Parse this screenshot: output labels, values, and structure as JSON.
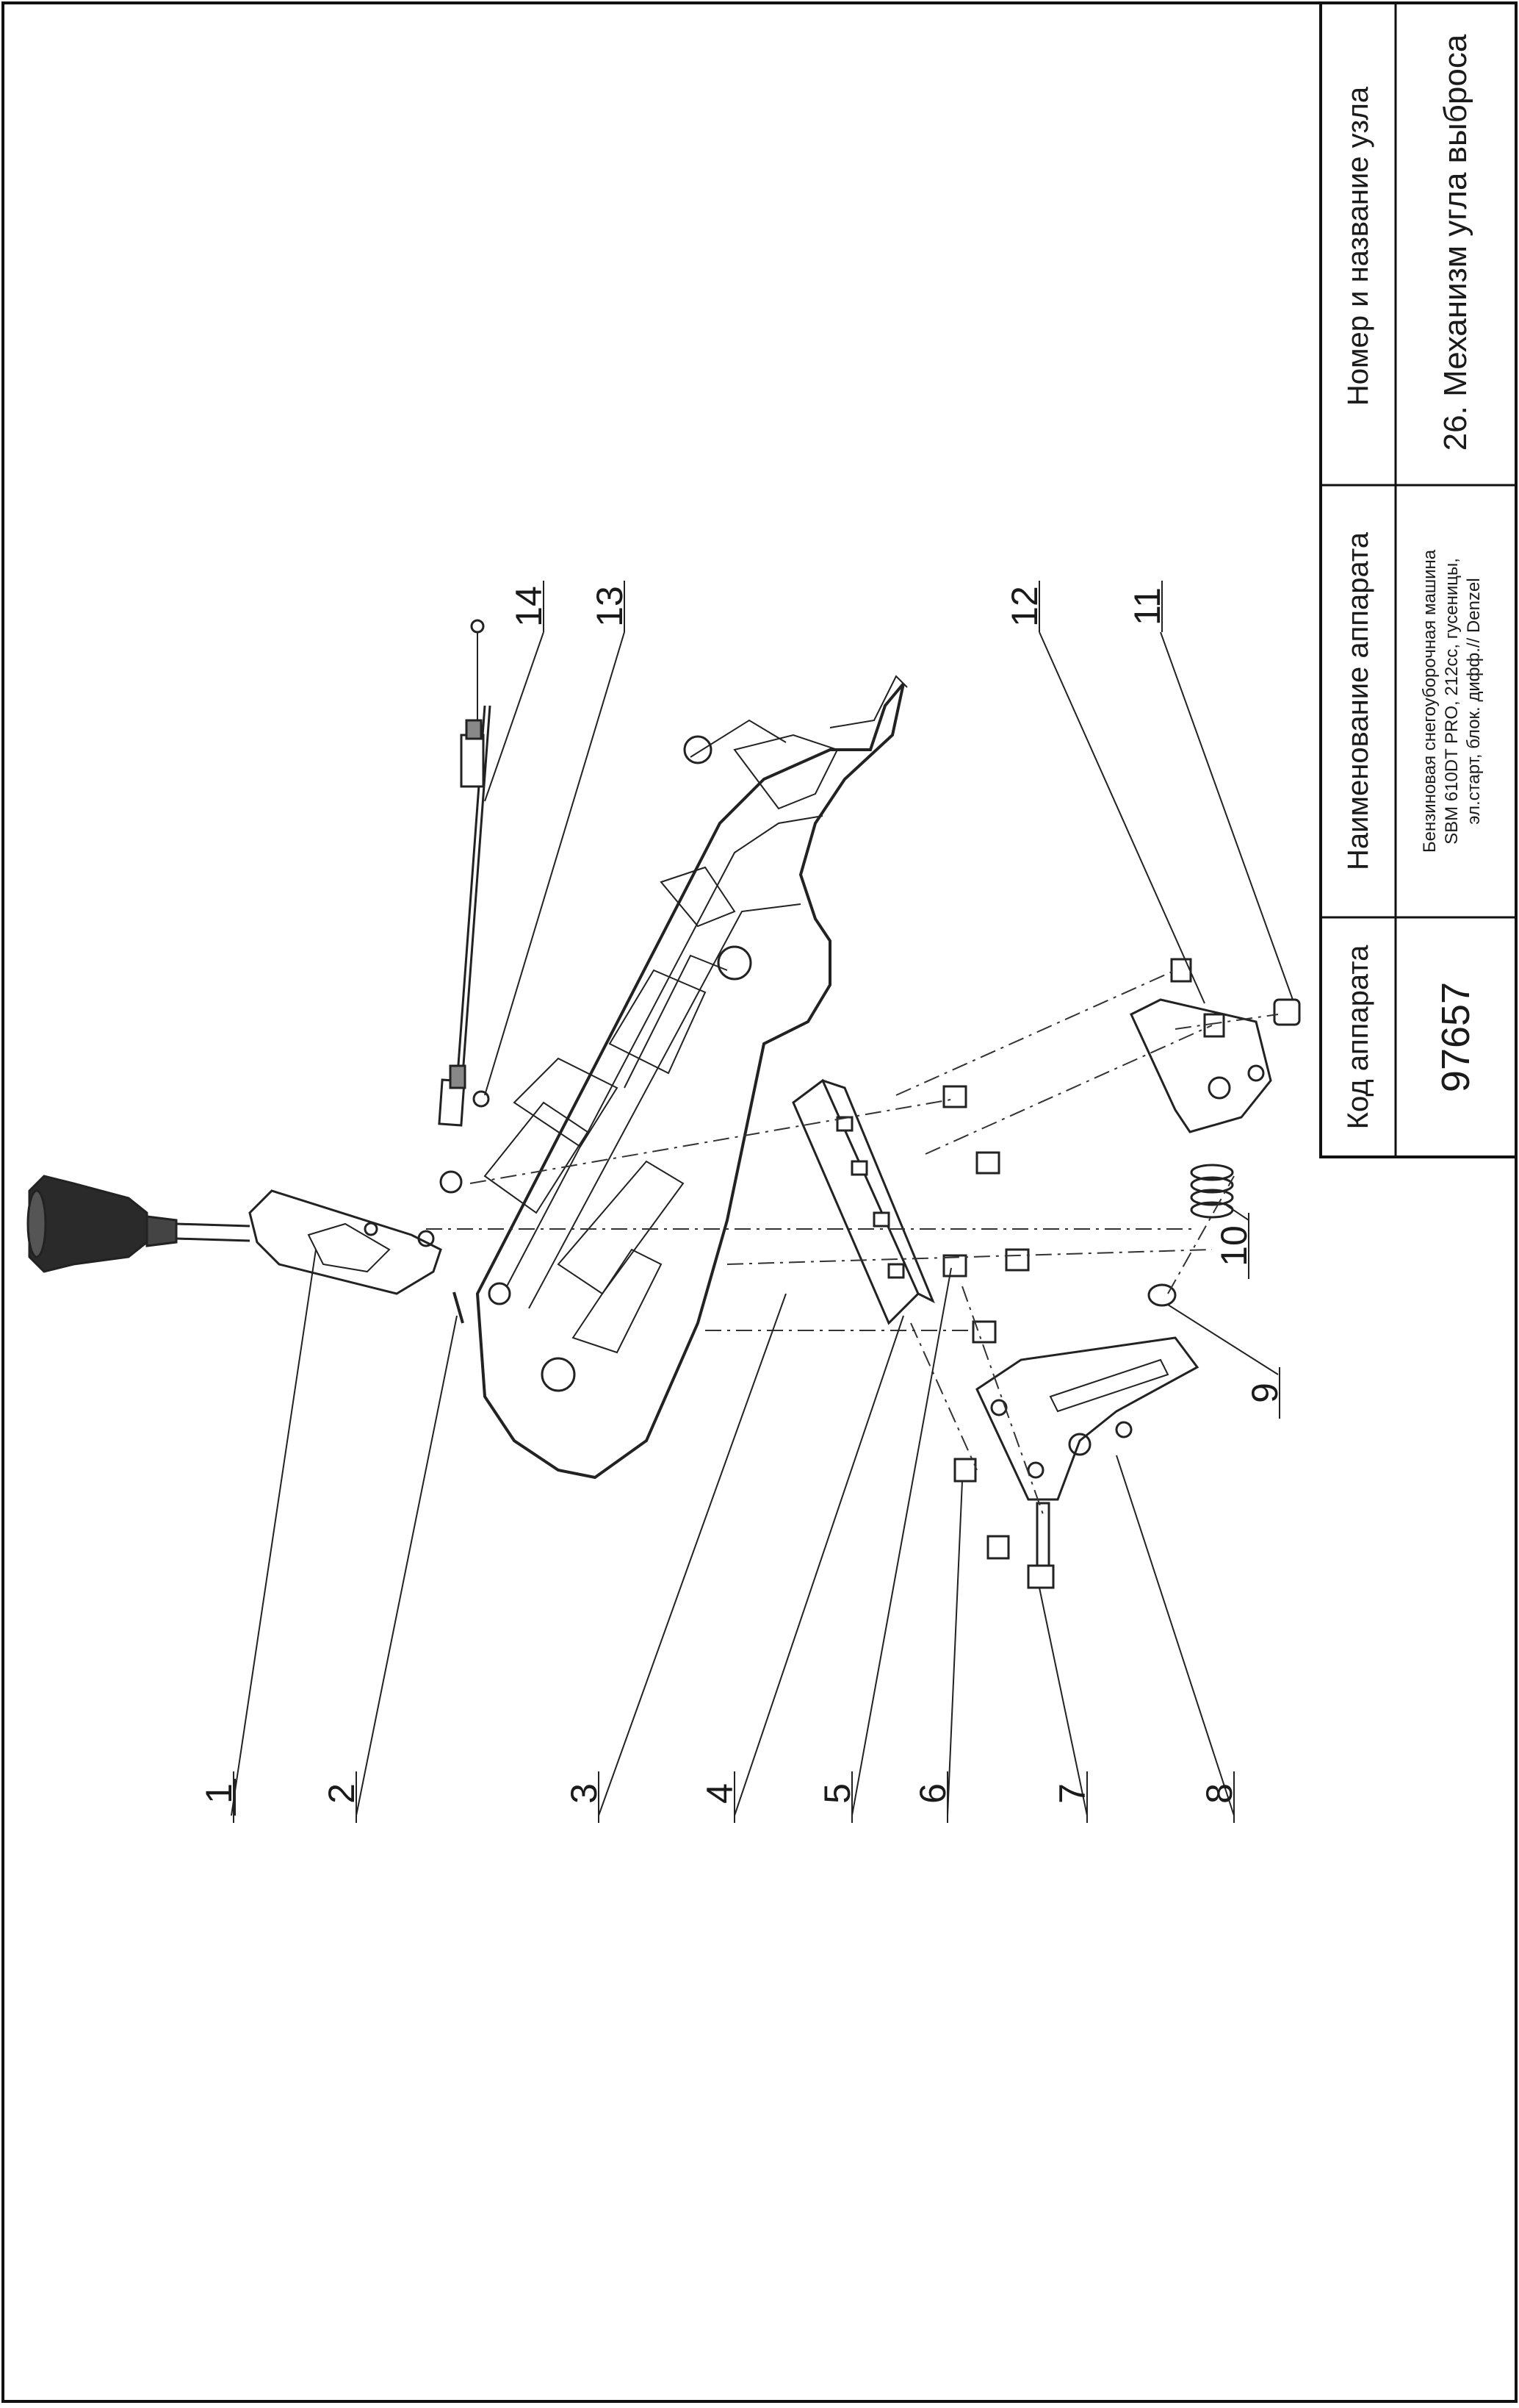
{
  "title_block": {
    "col_code": {
      "header": "Код аппарата",
      "value": "97657"
    },
    "col_device": {
      "header": "Наименование аппарата",
      "value_lines": [
        "Бензиновая снегоуборочная машина",
        "SBM 610DT PRO, 212cc, гусеницы,",
        "эл.старт, блок. дифф.// Denzel"
      ]
    },
    "col_node": {
      "header": "Номер и название узла",
      "value": "26. Механизм угла выброса"
    }
  },
  "callouts": [
    "1",
    "2",
    "3",
    "4",
    "5",
    "6",
    "7",
    "8",
    "9",
    "10",
    "11",
    "12",
    "13",
    "14"
  ]
}
